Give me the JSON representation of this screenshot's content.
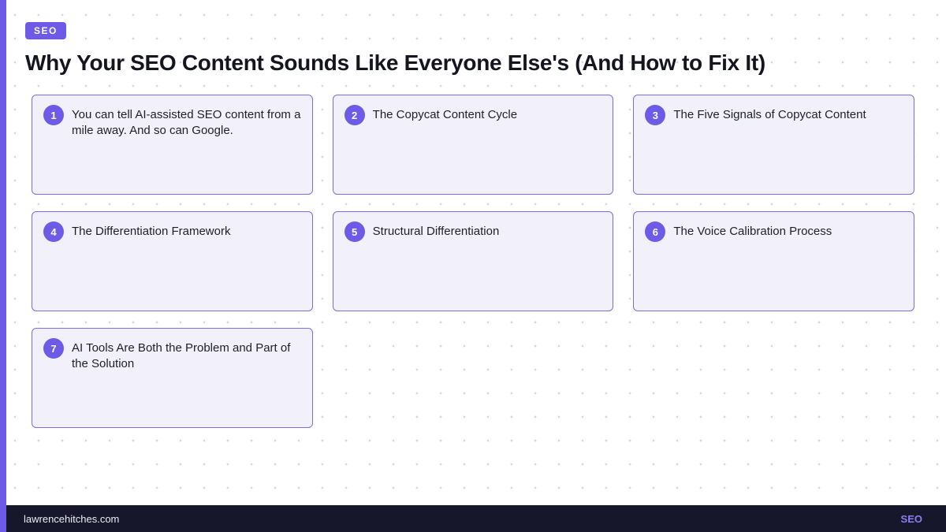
{
  "page": {
    "badge": "SEO",
    "title": "Why Your SEO Content Sounds Like Everyone Else's (And How to Fix It)"
  },
  "cards": [
    {
      "number": "1",
      "title": "You can tell AI-assisted SEO content from a mile away. And so can Google."
    },
    {
      "number": "2",
      "title": "The Copycat Content Cycle"
    },
    {
      "number": "3",
      "title": "The Five Signals of Copycat Content"
    },
    {
      "number": "4",
      "title": "The Differentiation Framework"
    },
    {
      "number": "5",
      "title": "Structural Differentiation"
    },
    {
      "number": "6",
      "title": "The Voice Calibration Process"
    },
    {
      "number": "7",
      "title": "AI Tools Are Both the Problem and Part of the Solution"
    }
  ],
  "footer": {
    "site": "lawrencehitches.com",
    "tag": "SEO"
  },
  "colors": {
    "accent": "#6d5ae6",
    "card_bg": "#f2f1fb",
    "card_border": "#7b6ce0",
    "footer_bg": "#17172b",
    "footer_tag": "#8d7df2"
  }
}
